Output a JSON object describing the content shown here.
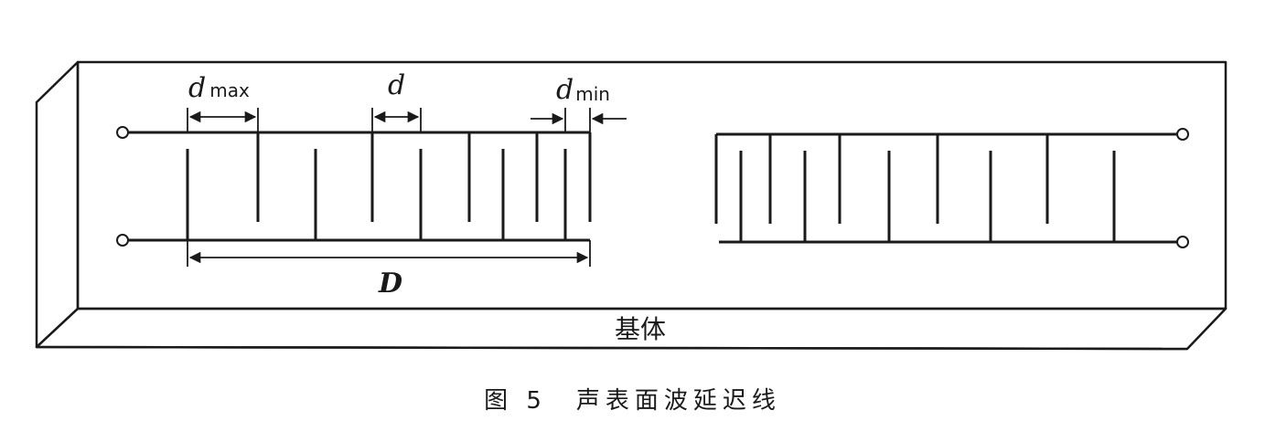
{
  "labels": {
    "d_max_main": "d",
    "d_max_sub": "max",
    "d": "d",
    "d_min_main": "d",
    "d_min_sub": "min",
    "D": "D",
    "substrate": "基体"
  },
  "caption": "图 5　声表面波延迟线",
  "colors": {
    "ink": "#1a1a1a",
    "background": "#ffffff"
  }
}
